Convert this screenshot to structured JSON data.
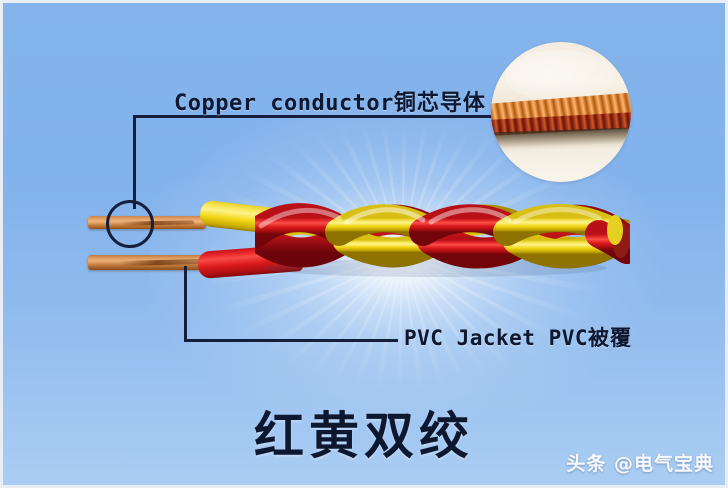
{
  "image": {
    "subject": "red-yellow twisted pair electrical cable diagram",
    "background_color": "#85b4ec",
    "border_color": "#e9eef5"
  },
  "annotations": [
    {
      "id": "copper-conductor",
      "latin_text": "Copper  conductor",
      "cjk_text": "铜芯导体",
      "full_text": "Copper  conductor 铜芯导体",
      "leader": "elbow-up-right",
      "marker": "circle-on-bare-copper"
    },
    {
      "id": "pvc-jacket",
      "latin_text": "PVC  Jacket  PVC",
      "cjk_text": "被覆",
      "full_text": "PVC  Jacket  PVC 被覆",
      "leader": "elbow-down-right",
      "marker": "line-to-red-insulation"
    }
  ],
  "title": {
    "text": "红黄双绞",
    "meaning": "red-yellow twisted pair"
  },
  "watermark": {
    "text": "头条 @电气宝典",
    "color": "#ffffff"
  },
  "inset": {
    "name": "magnified-copper-strands",
    "shape": "circle",
    "content": "stranded copper conductor close-up",
    "background_color": "#f4ecdf",
    "strand_color": "#e08a39"
  },
  "cable": {
    "wire_a_color": "#e8272c",
    "wire_a_name": "red PVC insulated wire",
    "wire_b_color": "#f3d818",
    "wire_b_name": "yellow PVC insulated wire",
    "conductor_color": "#c9844d",
    "conductor_name": "bare copper conductor",
    "twist_count": 4
  },
  "icons": {
    "marker_circle": "circle-highlight-icon"
  }
}
